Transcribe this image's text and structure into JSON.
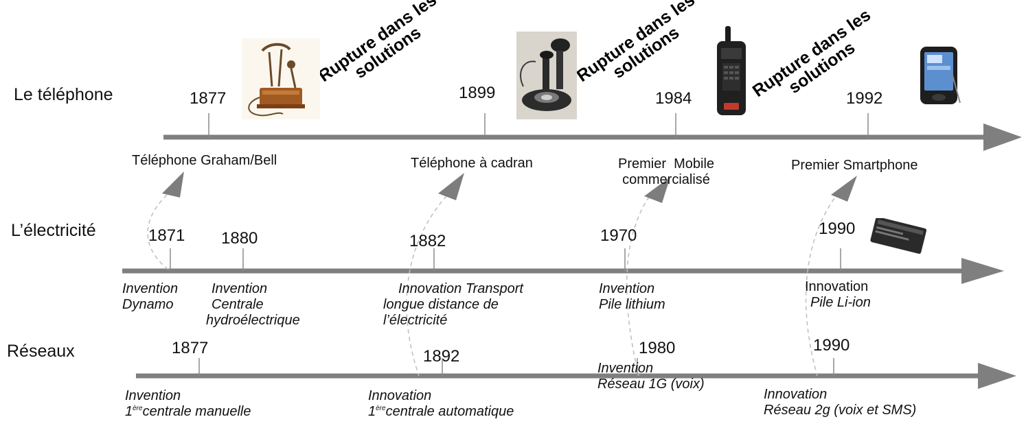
{
  "rows": {
    "telephone": "Le téléphone",
    "electricite": "L’électricité",
    "reseaux": "Réseaux"
  },
  "rupture": {
    "line1": "Rupture dans les",
    "line2": "solutions"
  },
  "telephone": {
    "events": [
      {
        "year": "1877",
        "caption": "Téléphone Graham/Bell"
      },
      {
        "year": "1899",
        "caption": "Téléphone à cadran"
      },
      {
        "year": "1984",
        "caption_line1": "Premier  Mobile",
        "caption_line2": "commercialisé"
      },
      {
        "year": "1992",
        "caption": "Premier Smartphone"
      }
    ]
  },
  "electricite": {
    "events": [
      {
        "year": "1871",
        "line1": "Invention",
        "line2": "Dynamo"
      },
      {
        "year": "1880",
        "line1": "Invention",
        "line2": "Centrale",
        "line3": "hydroélectrique"
      },
      {
        "year": "1882",
        "line1": "Innovation Transport",
        "line2": "longue distance de",
        "line3": "l’électricité"
      },
      {
        "year": "1970",
        "line1": "Invention",
        "line2": "Pile lithium"
      },
      {
        "year": "1990",
        "line1": "Innovation",
        "line2": "Pile Li-ion"
      }
    ]
  },
  "reseaux": {
    "events": [
      {
        "year": "1877",
        "line1": "Invention",
        "sup": "ère",
        "line2_pre": "1",
        "line2_post": "centrale manuelle"
      },
      {
        "year": "1892",
        "line1": "Innovation",
        "sup": "ère",
        "line2_pre": "1",
        "line2_post": "centrale automatique"
      },
      {
        "year": "1980",
        "line1": "Invention",
        "line2": "Réseau 1G (voix)"
      },
      {
        "year": "1990",
        "line1": "Innovation",
        "line2": "Réseau 2g (voix et SMS)"
      }
    ]
  },
  "colors": {
    "axis": "#7f7f7f",
    "dashed": "#b8b8b8",
    "text": "#111111"
  },
  "icons": [
    "candlestick-telephone-icon",
    "rotary-telephone-icon",
    "brick-mobile-phone-icon",
    "smartphone-icon",
    "battery-icon"
  ]
}
